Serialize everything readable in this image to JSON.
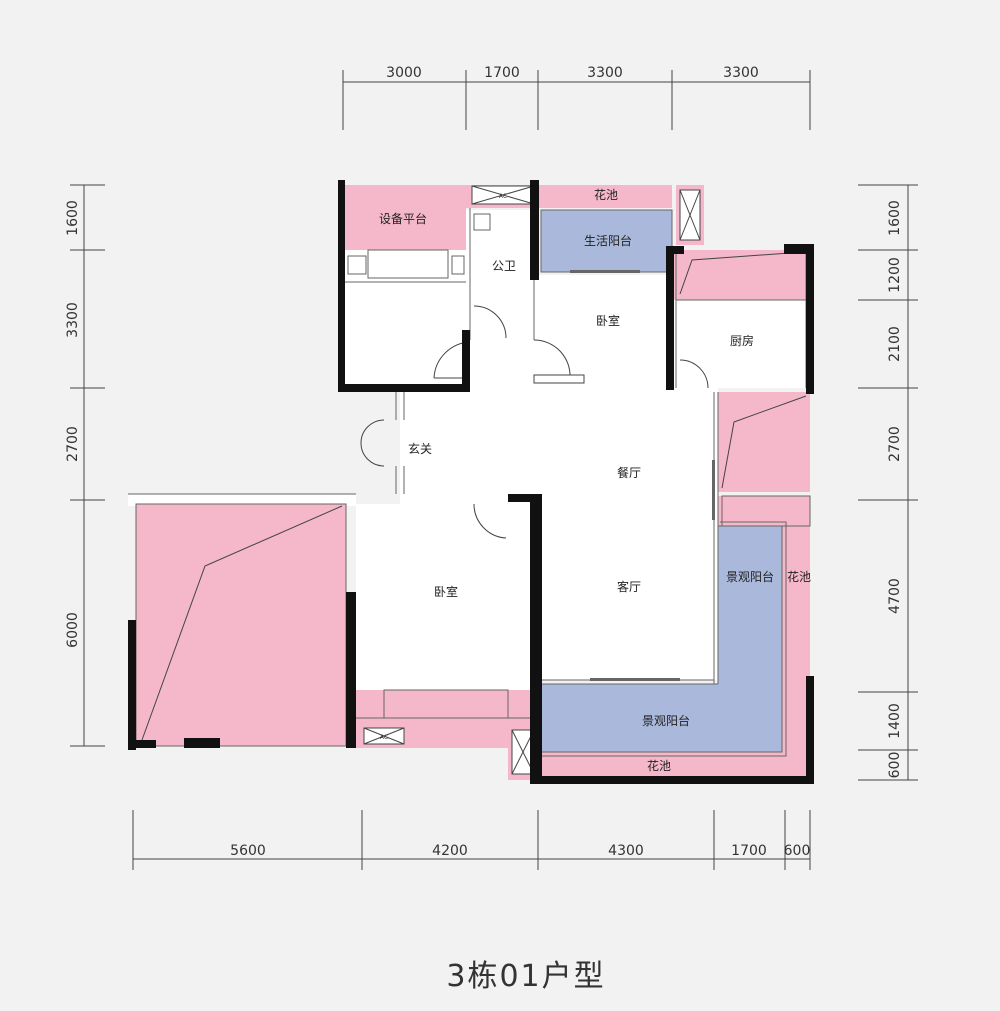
{
  "title": "3栋01户型",
  "colors": {
    "background": "#f2f2f2",
    "pink": "#f5b8cb",
    "blue": "#aab8dc",
    "wall": "#111111",
    "thin_line": "#666666",
    "dim_line": "#444444"
  },
  "dimensions": {
    "top": [
      "3000",
      "1700",
      "3300",
      "3300"
    ],
    "bottom": [
      "5600",
      "4200",
      "4300",
      "1700",
      "600"
    ],
    "left": [
      "1600",
      "3300",
      "2700",
      "6000"
    ],
    "right": [
      "1600",
      "1200",
      "2100",
      "2700",
      "4700",
      "1400",
      "600"
    ]
  },
  "rooms": {
    "equipment_platform": "设备平台",
    "flower_bed_top": "花池",
    "utility_balcony": "生活阳台",
    "public_bathroom": "公卫",
    "bedroom_top": "卧室",
    "kitchen": "厨房",
    "entrance": "玄关",
    "dining_room": "餐厅",
    "living_room": "客厅",
    "bedroom_bottom": "卧室",
    "landscape_balcony_side": "景观阳台",
    "flower_bed_side": "花池",
    "landscape_balcony_bottom": "景观阳台",
    "flower_bed_bottom": "花池"
  },
  "ac_label": "AC",
  "icons": [
    "door-swing-icon",
    "ac-unit-icon"
  ]
}
